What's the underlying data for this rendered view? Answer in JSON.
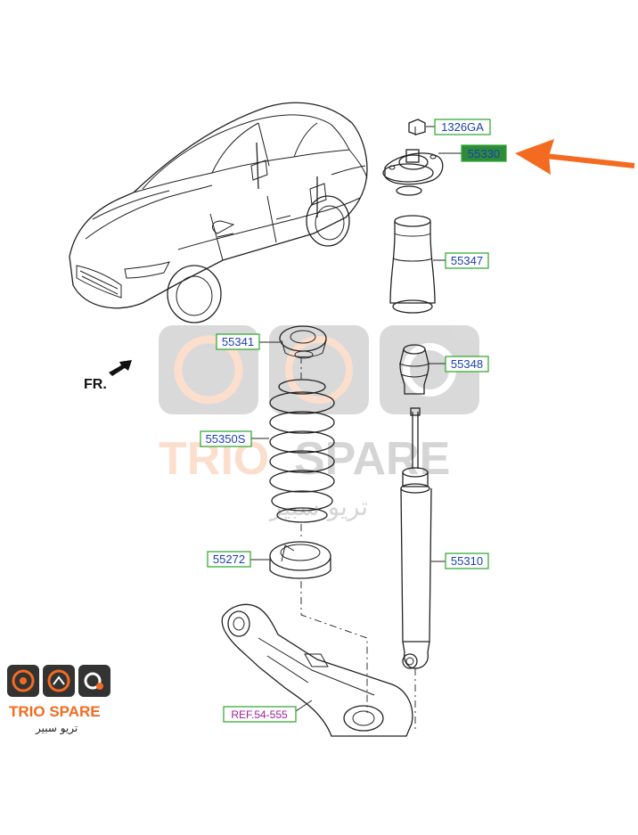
{
  "parts": {
    "p1326GA": "1326GA",
    "p55330": "55330",
    "p55347": "55347",
    "p55348": "55348",
    "p55341": "55341",
    "p55350S": "55350S",
    "p55272": "55272",
    "p55310": "55310",
    "ref": "REF.54-555"
  },
  "fr_label": "FR.",
  "watermark": {
    "brand": "TRIO SPARE",
    "brand_left": "TRIO",
    "brand_right": "SPARE",
    "arabic": "تريو سبير"
  },
  "logo": {
    "brand": "TRIO SPARE",
    "arabic": "تريو سبير"
  },
  "colors": {
    "label_border": "#2aa52a",
    "label_text": "#1a3fb0",
    "highlight_fill": "#2e8b3a",
    "ref_border": "#2aa52a",
    "ref_text": "#a020a0",
    "arrow": "#f36b21",
    "logo_orange": "#f26b21"
  }
}
